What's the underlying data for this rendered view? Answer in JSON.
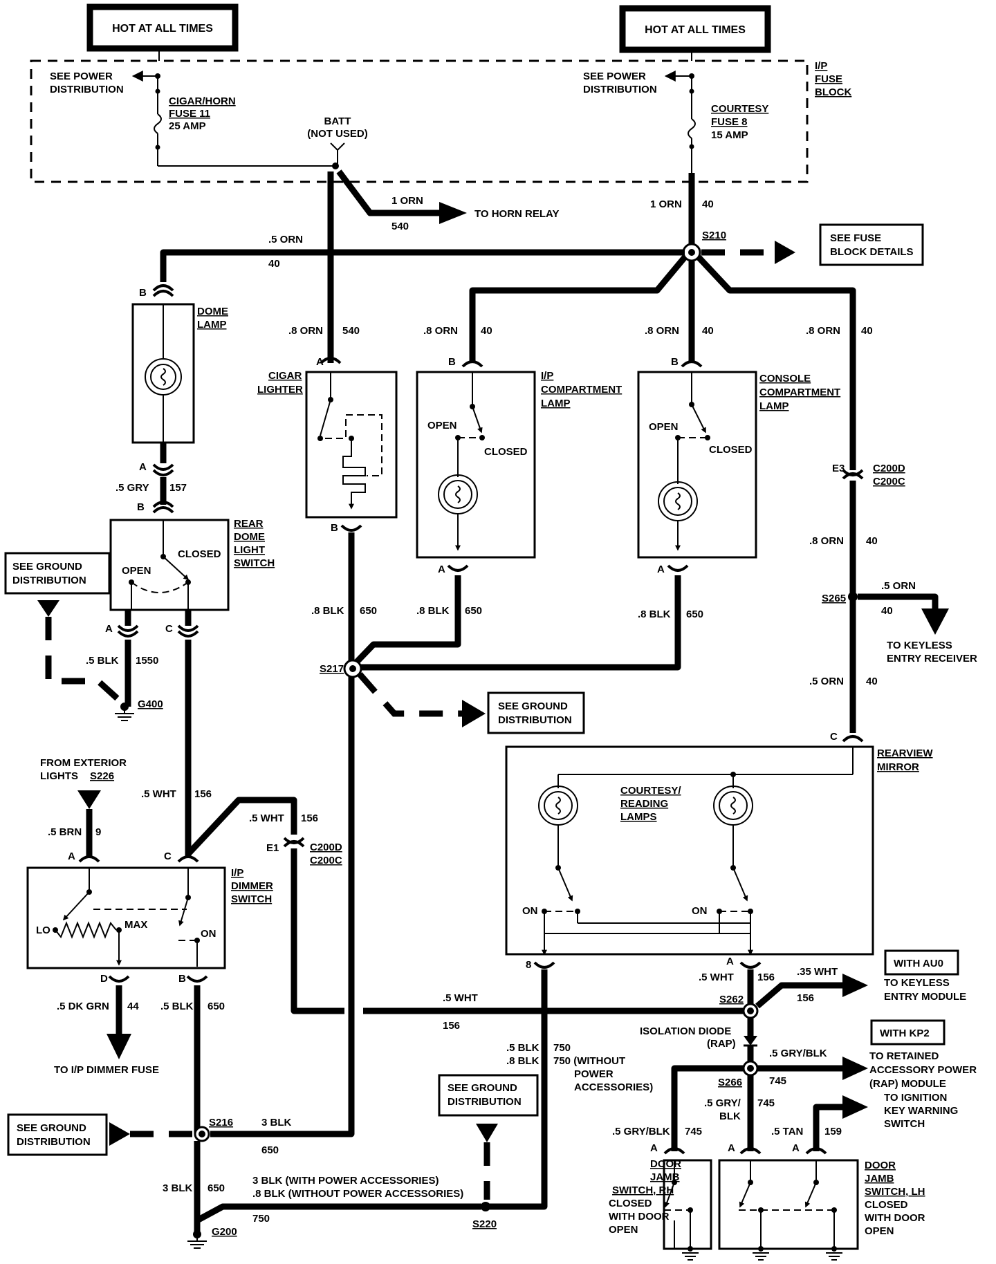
{
  "hot_at_all_times": [
    "HOT AT ALL TIMES",
    "HOT AT ALL TIMES"
  ],
  "power_refs": [
    "SEE POWER",
    "DISTRIBUTION"
  ],
  "fuse_block": [
    "I/P",
    "FUSE",
    "BLOCK"
  ],
  "fuse_cigar": [
    "CIGAR/HORN",
    "FUSE 11",
    "25 AMP"
  ],
  "fuse_courtesy": [
    "COURTESY",
    "FUSE 8",
    "15 AMP"
  ],
  "batt": [
    "BATT",
    "(NOT USED)"
  ],
  "horn_relay": {
    "wire": "1 ORN",
    "circuit": "540",
    "dest": "TO HORN RELAY"
  },
  "courtesy_feed": {
    "wire": "1 ORN",
    "circuit": "40"
  },
  "s210": "S210",
  "fuse_details": [
    "SEE FUSE",
    "BLOCK DETAILS"
  ],
  "top_run": {
    "wire": ".5 ORN",
    "circuit": "40"
  },
  "dome_lamp": [
    "DOME",
    "LAMP"
  ],
  "cigar_lighter": [
    "CIGAR",
    "LIGHTER"
  ],
  "ip_compartment": [
    "I/P",
    "COMPARTMENT",
    "LAMP"
  ],
  "console_compartment": [
    "CONSOLE",
    "COMPARTMENT",
    "LAMP"
  ],
  "feeds": [
    {
      "wire": ".8 ORN",
      "circuit": "540"
    },
    {
      "wire": ".8 ORN",
      "circuit": "40"
    },
    {
      "wire": ".8 ORN",
      "circuit": "40"
    },
    {
      "wire": ".8 ORN",
      "circuit": "40"
    },
    {
      "wire": ".8 ORN",
      "circuit": "40"
    }
  ],
  "pins": {
    "a": "A",
    "b": "B",
    "c": "C",
    "d": "D",
    "e1": "E1",
    "e3": "E3",
    "n8": "8"
  },
  "open": "OPEN",
  "closed": "CLOSED",
  "on": "ON",
  "connector": [
    "C200D",
    "C200C"
  ],
  "dome_gry": {
    "wire": ".5 GRY",
    "circuit": "157"
  },
  "rear_dome": [
    "REAR",
    "DOME",
    "LIGHT",
    "SWITCH"
  ],
  "ground_dist": [
    "SEE GROUND",
    "DISTRIBUTION"
  ],
  "g400_wire": {
    "wire": ".5 BLK",
    "circuit": "1550"
  },
  "g400": "G400",
  "blk650": {
    "wire": ".8 BLK",
    "circuit": "650"
  },
  "s217": "S217",
  "s265": "S265",
  "keyless_receiver": {
    "wire": ".5 ORN",
    "circuit": "40",
    "dest": [
      "TO KEYLESS",
      "ENTRY RECEIVER"
    ]
  },
  "mirror_feed": {
    "wire": ".5 ORN",
    "circuit": "40"
  },
  "rearview_mirror": [
    "REARVIEW",
    "MIRROR"
  ],
  "courtesy_lamps": [
    "COURTESY/",
    "READING",
    "LAMPS"
  ],
  "exterior": [
    "FROM EXTERIOR",
    "LIGHTS",
    "S226"
  ],
  "brn_wire": {
    "wire": ".5 BRN",
    "circuit": "9"
  },
  "wht_156": {
    "wire": ".5 WHT",
    "circuit": "156"
  },
  "dimmer_switch": [
    "I/P",
    "DIMMER",
    "SWITCH"
  ],
  "lo": "LO",
  "max": "MAX",
  "dkgrn": {
    "wire": ".5 DK GRN",
    "circuit": "44"
  },
  "ip_dimmer_fuse": "TO I/P DIMMER FUSE",
  "blk_650_5": {
    "wire": ".5 BLK",
    "circuit": "650"
  },
  "s262_run": {
    "wire": ".5 WHT",
    "circuit": "156"
  },
  "s262": "S262",
  "with_au0": "WITH AU0",
  "keyless_module": {
    "wire": ".35 WHT",
    "circuit": "156",
    "dest": [
      "TO KEYLESS",
      "ENTRY MODULE"
    ]
  },
  "isolation_diode": [
    "ISOLATION DIODE",
    "(RAP)"
  ],
  "with_kp2": "WITH KP2",
  "s266": "S266",
  "rap": {
    "wire": ".5 GRY/BLK",
    "circuit": "745",
    "dest": [
      "TO RETAINED",
      "ACCESSORY POWER",
      "(RAP) MODULE"
    ]
  },
  "gry_blk_745": {
    "wire": ".5 GRY/BLK",
    "circuit": "745"
  },
  "gry_745": {
    "wire1": ".5 GRY/",
    "wire2": "BLK",
    "circuit": "745"
  },
  "tan_159": {
    "wire": ".5 TAN",
    "circuit": "159",
    "dest": [
      "TO IGNITION",
      "KEY WARNING",
      "SWITCH"
    ]
  },
  "door_rh": [
    "DOOR",
    "JAMB",
    "SWITCH, RH",
    "CLOSED",
    "WITH DOOR",
    "OPEN"
  ],
  "door_lh": [
    "DOOR",
    "JAMB",
    "SWITCH, LH",
    "CLOSED",
    "WITH DOOR",
    "OPEN"
  ],
  "blk750": {
    "wire1": ".5 BLK",
    "c1": "750",
    "wire2": ".8 BLK",
    "c2": "750 (WITHOUT",
    "note": [
      "POWER",
      "ACCESSORIES)"
    ]
  },
  "s216": "S216",
  "s216_run": {
    "wire": "3 BLK",
    "circuit": "650"
  },
  "g200_wire": {
    "wire": "3 BLK",
    "circuit": "650"
  },
  "g200": "G200",
  "s220_run": {
    "line1": "3 BLK  (WITH POWER ACCESSORIES)",
    "line2": ".8 BLK  (WITHOUT POWER ACCESSORIES)",
    "circuit": "750"
  },
  "s220": "S220"
}
